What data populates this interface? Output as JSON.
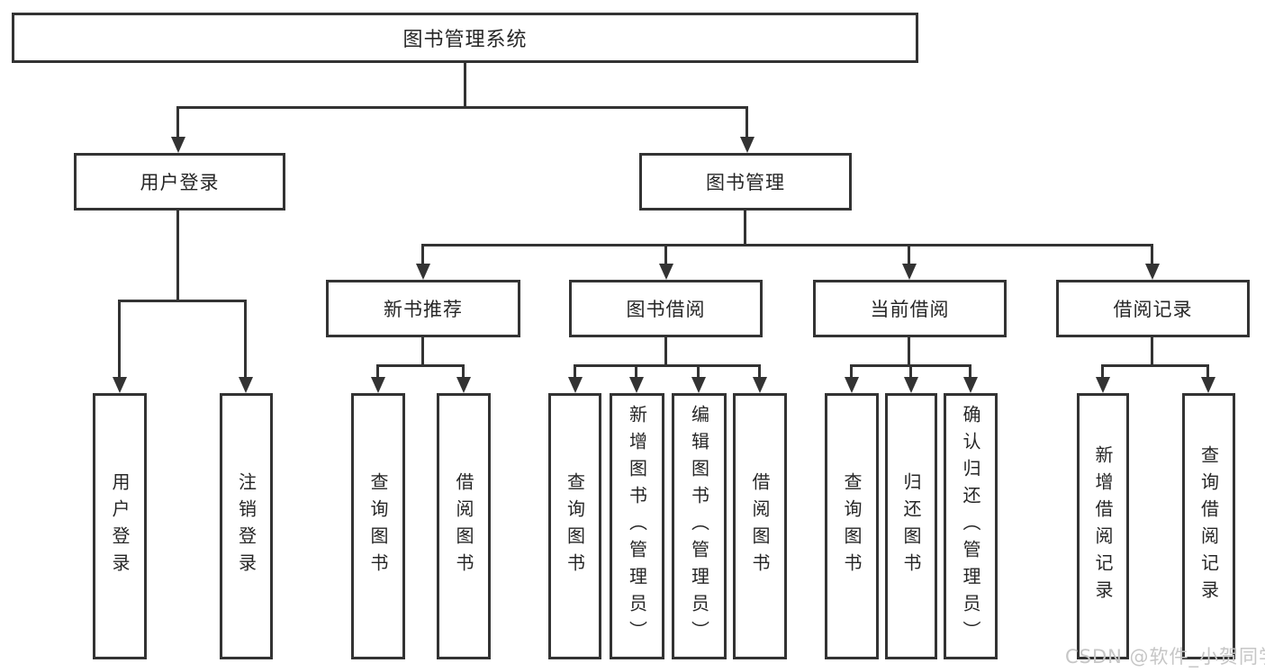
{
  "diagram_type": "hierarchy-tree",
  "colors": {
    "line": "#333333",
    "text": "#262626",
    "background": "#ffffff",
    "watermark": "#c6c6c6"
  },
  "tree": {
    "root": "图书管理系统",
    "children": [
      {
        "label": "用户登录",
        "children": [
          "用户登录",
          "注销登录"
        ]
      },
      {
        "label": "图书管理",
        "children": [
          {
            "label": "新书推荐",
            "children": [
              "查询图书",
              "借阅图书"
            ]
          },
          {
            "label": "图书借阅",
            "children": [
              "查询图书",
              "新增图书（管理员）",
              "编辑图书（管理员）",
              "借阅图书"
            ]
          },
          {
            "label": "当前借阅",
            "children": [
              "查询图书",
              "归还图书",
              "确认归还（管理员）"
            ]
          },
          {
            "label": "借阅记录",
            "children": [
              "新增借阅记录",
              "查询借阅记录"
            ]
          }
        ]
      }
    ]
  },
  "watermark": {
    "text": "CSDN @软件_小贺同学"
  }
}
